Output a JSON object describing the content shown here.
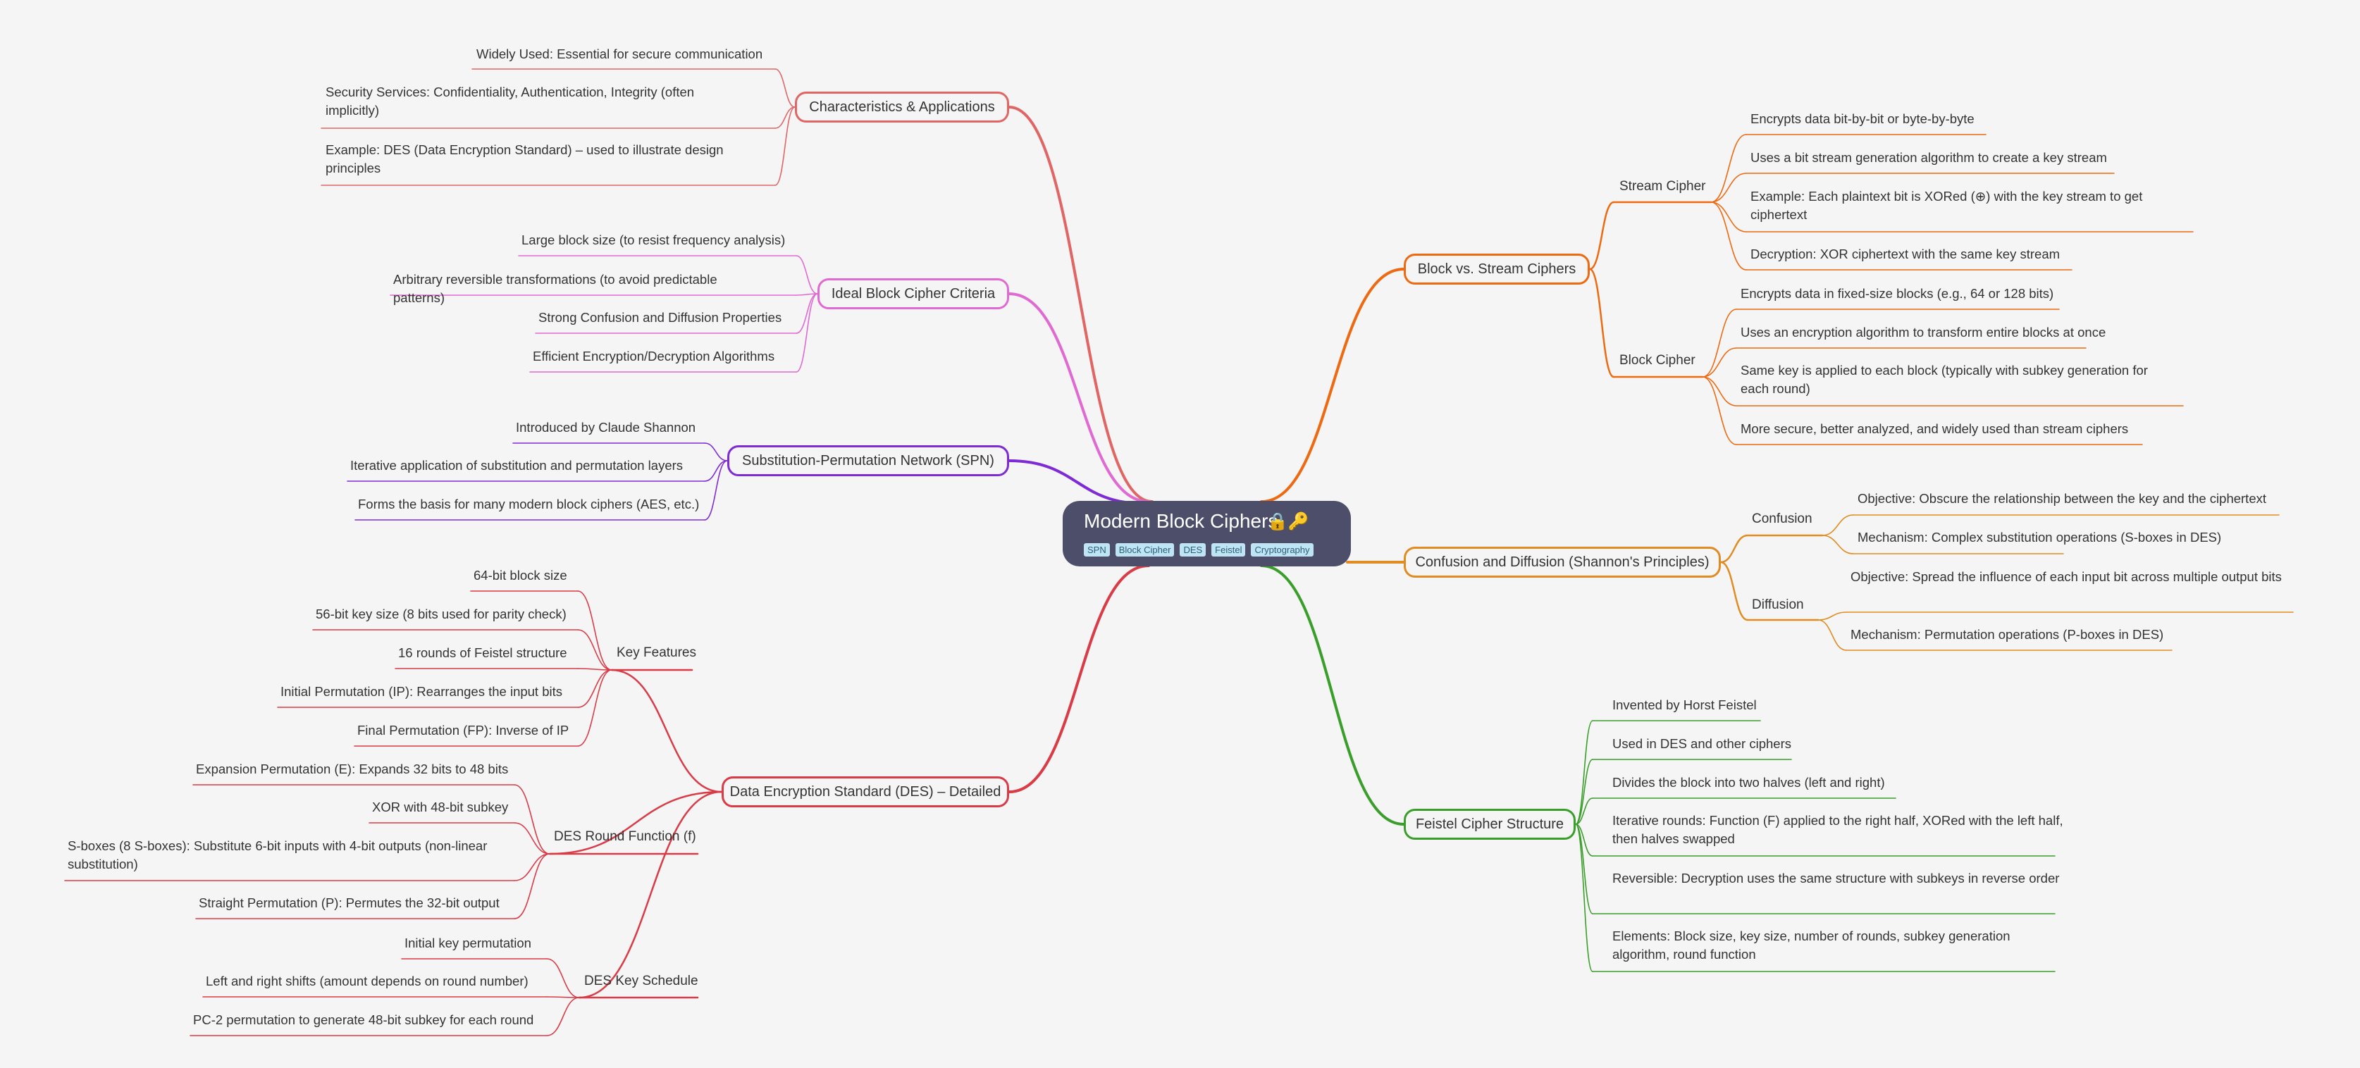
{
  "root": {
    "title": "Modern Block Ciphers",
    "icons": "🔒🔑",
    "tags": [
      "SPN",
      "Block Cipher",
      "DES",
      "Feistel",
      "Cryptography"
    ]
  },
  "colors": {
    "red": "#e06666",
    "pink": "#e06ad2",
    "purple": "#7e2bd6",
    "crimson": "#d93b47",
    "orange": "#ee6a12",
    "amber": "#e08c22",
    "green": "#3a9e2a"
  },
  "branches": {
    "characteristics": {
      "label": "Characteristics & Applications",
      "leaves": [
        "Widely Used: Essential for secure communication",
        "Security Services: Confidentiality, Authentication, Integrity (often implicitly)",
        "Example: DES (Data Encryption Standard) – used to illustrate design principles"
      ]
    },
    "ideal": {
      "label": "Ideal Block Cipher Criteria",
      "leaves": [
        "Large block size (to resist frequency analysis)",
        "Arbitrary reversible transformations (to avoid predictable patterns)",
        "Strong Confusion and Diffusion Properties",
        "Efficient Encryption/Decryption Algorithms"
      ]
    },
    "spn": {
      "label": "Substitution-Permutation Network (SPN)",
      "leaves": [
        "Introduced by Claude Shannon",
        "Iterative application of substitution and permutation layers",
        "Forms the basis for many modern block ciphers (AES, etc.)"
      ]
    },
    "des": {
      "label": "Data Encryption Standard (DES) – Detailed",
      "key_features": {
        "label": "Key Features",
        "leaves": [
          "64-bit block size",
          "56-bit key size (8 bits used for parity check)",
          "16 rounds of Feistel structure",
          "Initial Permutation (IP): Rearranges the input bits",
          "Final Permutation (FP): Inverse of IP"
        ]
      },
      "round_function": {
        "label": "DES Round Function (f)",
        "leaves": [
          "Expansion Permutation (E): Expands 32 bits to 48 bits",
          "XOR with 48-bit subkey",
          "S-boxes (8 S-boxes): Substitute 6-bit inputs with 4-bit outputs (non-linear substitution)",
          "Straight Permutation (P): Permutes the 32-bit output"
        ]
      },
      "key_schedule": {
        "label": "DES Key Schedule",
        "leaves": [
          "Initial key permutation",
          "Left and right shifts (amount depends on round number)",
          "PC-2 permutation to generate 48-bit subkey for each round"
        ]
      }
    },
    "block_stream": {
      "label": "Block vs. Stream Ciphers",
      "stream": {
        "label": "Stream Cipher",
        "leaves": [
          "Encrypts data bit-by-bit or byte-by-byte",
          "Uses a bit stream generation algorithm to create a key stream",
          "Example: Each plaintext bit is XORed (⊕) with the key stream to get ciphertext",
          "Decryption: XOR ciphertext with the same key stream"
        ]
      },
      "block": {
        "label": "Block Cipher",
        "leaves": [
          "Encrypts data in fixed-size blocks (e.g., 64 or 128 bits)",
          "Uses an encryption algorithm to transform entire blocks at once",
          "Same key is applied to each block (typically with subkey generation for each round)",
          "More secure, better analyzed, and widely used than stream ciphers"
        ]
      }
    },
    "confusion_diffusion": {
      "label": "Confusion and Diffusion (Shannon's Principles)",
      "confusion": {
        "label": "Confusion",
        "leaves": [
          "Objective: Obscure the relationship between the key and the ciphertext",
          "Mechanism: Complex substitution operations (S-boxes in DES)"
        ]
      },
      "diffusion": {
        "label": "Diffusion",
        "leaves": [
          "Objective: Spread the influence of each input bit across multiple output bits",
          "Mechanism: Permutation operations (P-boxes in DES)"
        ]
      }
    },
    "feistel": {
      "label": "Feistel Cipher Structure",
      "leaves": [
        "Invented by Horst Feistel",
        "Used in DES and other ciphers",
        "Divides the block into two halves (left and right)",
        "Iterative rounds:  Function (F) applied to the right half, XORed with the left half, then halves swapped",
        "Reversible: Decryption uses the same structure with subkeys in reverse order",
        "Elements: Block size, key size, number of rounds, subkey generation algorithm, round function"
      ]
    }
  }
}
